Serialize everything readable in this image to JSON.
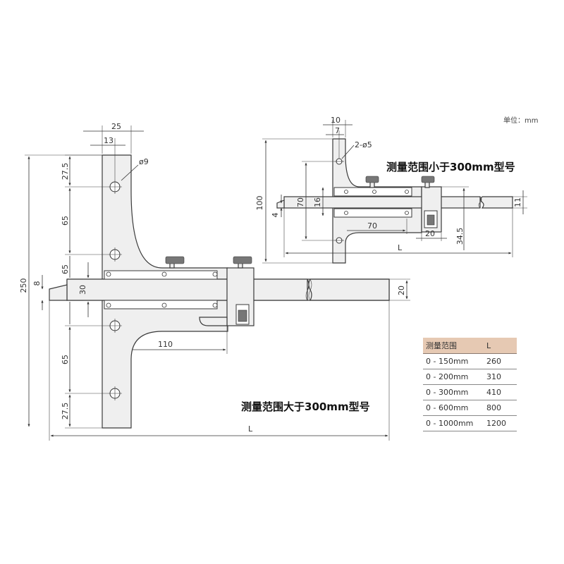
{
  "unit_label": "单位：mm",
  "large_model": {
    "label": "测量范围大于300mm型号",
    "dims": {
      "top_width": "25",
      "top_offset": "13",
      "hole_dia": "ø9",
      "top_edge": "27.5",
      "upper_spacing": "65",
      "mid_upper": "65",
      "bar_height": "30",
      "lower_spacing": "65",
      "bottom_edge": "27.5",
      "total_height": "250",
      "offset": "8",
      "reach": "110",
      "rule_height": "20",
      "length": "L"
    }
  },
  "small_model": {
    "label": "测量范围小于300mm型号",
    "dims": {
      "top_width": "10",
      "top_offset": "7",
      "hole_spec": "2-ø5",
      "total_height": "100",
      "half_height": "70",
      "bar_height": "16",
      "offset": "4",
      "reach": "70",
      "slider_width": "20",
      "rule_to_bottom": "34.5",
      "rule_height": "11",
      "length": "L"
    }
  },
  "spec_table": {
    "headers": [
      "测量范围",
      "L"
    ],
    "rows": [
      [
        "0 - 150mm",
        "260"
      ],
      [
        "0 - 200mm",
        "310"
      ],
      [
        "0 - 300mm",
        "410"
      ],
      [
        "0 - 600mm",
        "800"
      ],
      [
        "0 - 1000mm",
        "1200"
      ]
    ]
  }
}
